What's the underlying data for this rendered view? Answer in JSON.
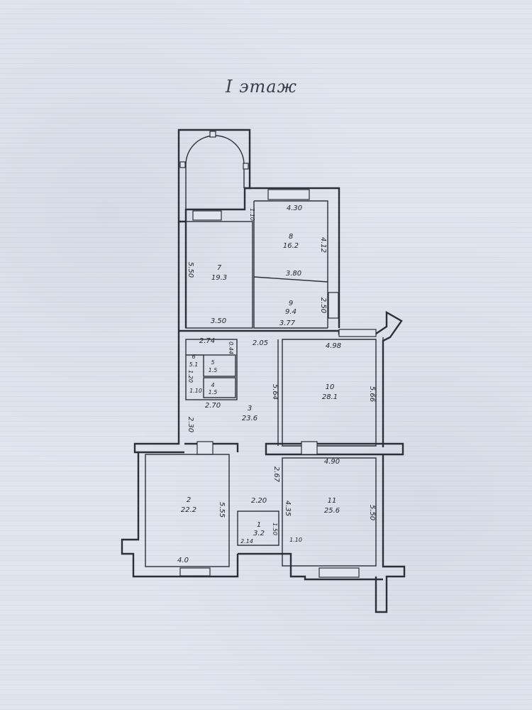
{
  "floor_title": "I этаж",
  "rooms": {
    "r1": {
      "number": "1",
      "area": "3.2"
    },
    "r2": {
      "number": "2",
      "area": "22.2"
    },
    "r3": {
      "number": "3",
      "area": "23.6"
    },
    "r4": {
      "number": "4",
      "area": "1.5"
    },
    "r5": {
      "number": "5",
      "area": "1.5"
    },
    "r6": {
      "number": "6",
      "area": "5.1"
    },
    "r7": {
      "number": "7",
      "area": "19.3"
    },
    "r8": {
      "number": "8",
      "area": "16.2"
    },
    "r9": {
      "number": "9",
      "area": "9.4"
    },
    "r10": {
      "number": "10",
      "area": "28.1"
    },
    "r11": {
      "number": "11",
      "area": "25.6"
    }
  },
  "dimensions": {
    "d_430": "4.30",
    "d_110a": "1.10",
    "d_412": "4.12",
    "d_380": "3.80",
    "d_550a": "5.50",
    "d_350": "3.50",
    "d_250": "2.50",
    "d_377": "3.77",
    "d_274": "2.74",
    "d_205": "2.05",
    "d_498": "4.98",
    "d_044": "0.44",
    "d_120": "1.20",
    "d_110b": "1.10",
    "d_270": "2.70",
    "d_564": "5.64",
    "d_566": "5.66",
    "d_230": "2.30",
    "d_490": "4.90",
    "d_267": "2.67",
    "d_555": "5.55",
    "d_220": "2.20",
    "d_435": "4.35",
    "d_550b": "5.50",
    "d_150": "1.50",
    "d_214": "2.14",
    "d_110c": "1.10",
    "d_40": "4.0"
  }
}
